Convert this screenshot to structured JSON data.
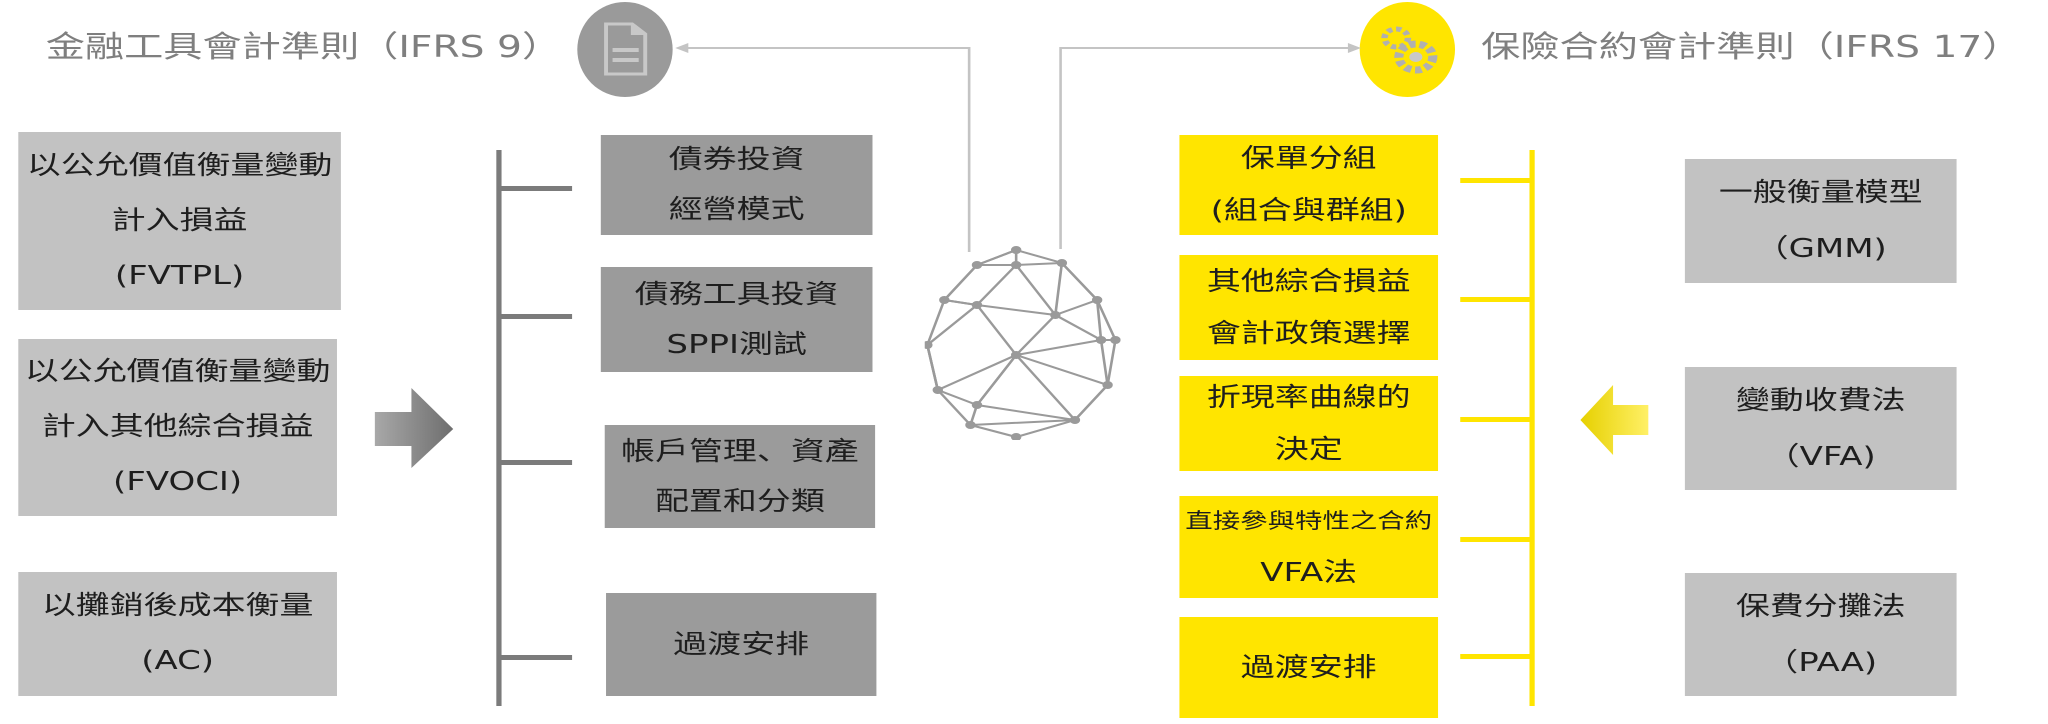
{
  "left_header": {
    "title": "金融工具會計準則（IFRS 9）",
    "icon": "document-icon"
  },
  "right_header": {
    "title": "保險合約會計準則（IFRS 17）",
    "icon": "gears-icon"
  },
  "center_icon": "geodesic-sphere-icon",
  "ifrs9_categories": [
    {
      "lines": [
        "以公允價值衡量變動",
        "計入損益",
        "(FVTPL)"
      ]
    },
    {
      "lines": [
        "以公允價值衡量變動",
        "計入其他綜合損益",
        "(FVOCI)"
      ]
    },
    {
      "lines": [
        "以攤銷後成本衡量",
        "(AC)"
      ]
    }
  ],
  "ifrs9_topics": [
    {
      "lines": [
        "債券投資",
        "經營模式"
      ]
    },
    {
      "lines": [
        "債務工具投資",
        "SPPI測試"
      ]
    },
    {
      "lines": [
        "帳戶管理、資產",
        "配置和分類"
      ]
    },
    {
      "lines": [
        "過渡安排"
      ]
    }
  ],
  "ifrs17_topics": [
    {
      "lines": [
        "保單分組",
        "(組合與群組)"
      ]
    },
    {
      "lines": [
        "其他綜合損益",
        "會計政策選擇"
      ]
    },
    {
      "lines": [
        "折現率曲線的",
        "決定"
      ]
    },
    {
      "lines": [
        "直接參與特性之合約",
        "VFA法"
      ]
    },
    {
      "lines": [
        "過渡安排"
      ]
    }
  ],
  "ifrs17_models": [
    {
      "lines": [
        "一般衡量模型",
        "（GMM)"
      ]
    },
    {
      "lines": [
        "變動收費法",
        "（VFA)"
      ]
    },
    {
      "lines": [
        "保費分攤法",
        "（PAA)"
      ]
    }
  ],
  "colors": {
    "yellow": "#ffe500",
    "dark_gray": "#9b9b9b",
    "light_gray": "#c2c2c2",
    "title_gray": "#7f7f7f"
  }
}
